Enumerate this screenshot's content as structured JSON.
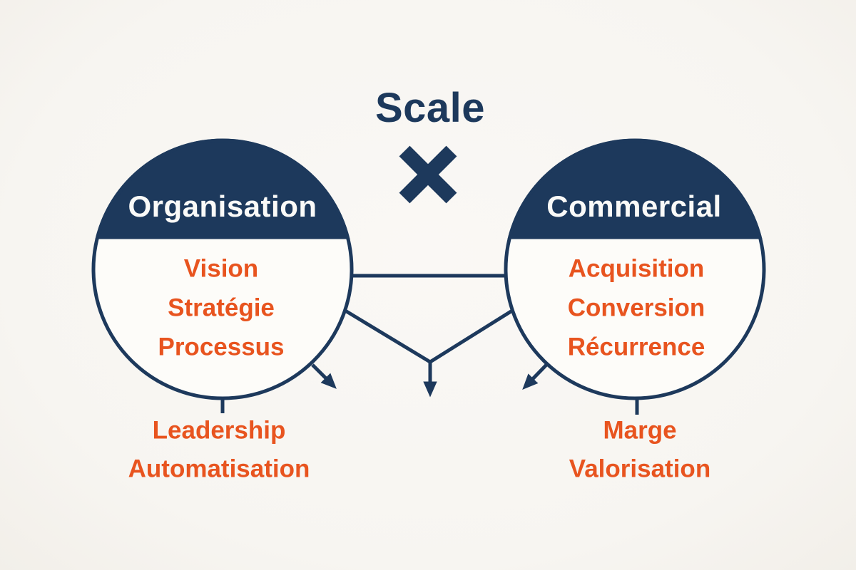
{
  "title": "Scale",
  "operator": "×",
  "colors": {
    "background": "#f8f6f2",
    "navy": "#1d395c",
    "orange": "#e8541f",
    "circle_fill": "#fdfcf9",
    "header_text": "#fafaf8"
  },
  "left_circle": {
    "header": "Organisation",
    "items": [
      "Vision",
      "Stratégie",
      "Processus"
    ],
    "sub_items": [
      "Leadership",
      "Automatisation"
    ]
  },
  "right_circle": {
    "header": "Commercial",
    "items": [
      "Acquisition",
      "Conversion",
      "Récurrence"
    ],
    "sub_items": [
      "Marge",
      "Valorisation"
    ]
  }
}
